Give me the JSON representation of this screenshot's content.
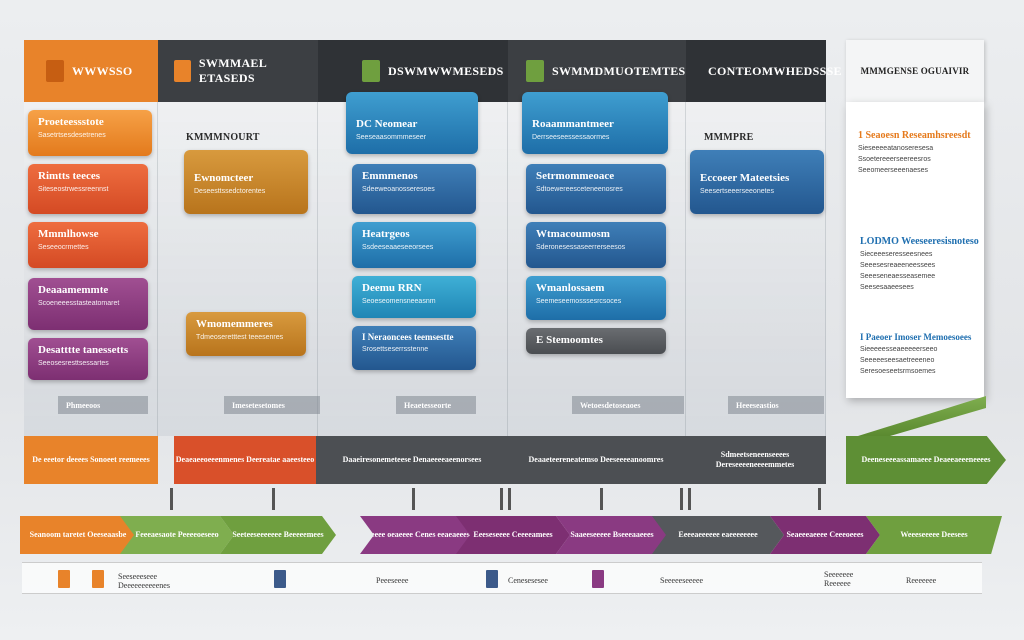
{
  "columns": [
    {
      "title": "WWWSSO",
      "color": "#e8832a"
    },
    {
      "title": "SWMMAEL ETASEDS",
      "color": "#3c3f43"
    },
    {
      "title": "DSWMWWMESEDS",
      "color": "#3c3f43"
    },
    {
      "title": "SWMMDMUOTEMTES",
      "color": "#3c3f43"
    },
    {
      "title": "CONTEOMWHEDSSSE",
      "color": "#3c3f43"
    }
  ],
  "col1_cards": [
    {
      "title": "Proeteessstote",
      "sub": "Sasetrtsesdesetrenes"
    },
    {
      "title": "Rimtts teeces",
      "sub": "Siteseostrwessreennst"
    },
    {
      "title": "Mmmlhowse",
      "sub": "Seseeocrmettes"
    },
    {
      "title": "Deaaamemmte",
      "sub": "Scoeneeesstasteatomaret"
    },
    {
      "title": "Desatttte tanessetts",
      "sub": "Seeosesresttsessartes"
    }
  ],
  "col1_footer": "Phmeeoos",
  "col2_header": "KMMMNOURT",
  "col2_cards": [
    {
      "title": "Ewnomcteer",
      "sub": "Deseesttssedctorentes"
    },
    {
      "title": "Wmomemmeres",
      "sub": "Tdmeoseretttest teeesenres"
    }
  ],
  "col2_footer": "Imesetesetomes",
  "col3_cards": [
    {
      "title": "DC Neomear",
      "sub": "Seeseaasommmeseer"
    },
    {
      "title": "Emmmenos",
      "sub": "Sdeeweoanosseresoes"
    },
    {
      "title": "Heatrgeos",
      "sub": "Ssdeeseaaeseeorsees"
    },
    {
      "title": "Deemu RRN",
      "sub": "Seoeseomensneeasnm"
    },
    {
      "title": "I Neraoncees teemsestte",
      "sub": "Srosettseserrsstenne"
    }
  ],
  "col3_footer": "Heaetesseorte",
  "col4_cards": [
    {
      "title": "Roaammantmeer",
      "sub": "Derrseeseessessaormes"
    },
    {
      "title": "Setrmommeoace",
      "sub": "Sdtoewereesceteneenosres"
    },
    {
      "title": "Wtmacoumosm",
      "sub": "Sderonesessaseerrerseesos"
    },
    {
      "title": "Wmanlossaem",
      "sub": "Seemeseemosssesrcsoces"
    },
    {
      "title": "E Stemoomtes",
      "sub": ""
    }
  ],
  "col4_footer": "Wetoesdetoseaoes",
  "col5_header": "MMMPRE",
  "col5_cards": [
    {
      "title": "Eccoeer Mateetsies",
      "sub": "Seesertseeerseeonetes"
    }
  ],
  "col5_footer": "Heeeseastios",
  "sidebar": {
    "title": "MMMGENSE OGUAIVIR",
    "sections": [
      {
        "heading": "1 Seaoesn Reseamhsreesdt",
        "lines": [
          "Sieseeeeatanoseresesa",
          "Ssoetereeerseereesros",
          "Seeomeerseeenaeses"
        ]
      },
      {
        "heading": "LODMO Weeseeresisnoteso",
        "lines": [
          "Sieceeeseresseesnees",
          "Seeesesreaeeneessees",
          "Seeeseneaesseasemee",
          "Seesesaaeesees"
        ]
      },
      {
        "heading": "I Paeoer Imoser Memoesoees",
        "lines": [
          "Sieeeeesseaeeeeerseeo",
          "Seeeeeseesaetreeeneo",
          "Seresoeseetsrmsoemes"
        ]
      }
    ]
  },
  "band": [
    {
      "text": "De eeetor deeees Sonoeet reemeees",
      "color": "#e8832a"
    },
    {
      "text": "Deaeaeeoeeenmenes Deereatae aaeesteeo",
      "color": "#d9502a"
    },
    {
      "text": "Daaeiresonemeteese Denaeeeeaeenorsees",
      "color": "#4c4f53"
    },
    {
      "text": "Deaaeteereneatemso Deeseeeeanoomres",
      "color": "#4c4f53"
    },
    {
      "text": "Sdmeetseneenseeees Dereseeeeneeeemmetes",
      "color": "#4c4f53"
    },
    {
      "text": "Deeneseeeassamaeee Deaeeaeeeneeees",
      "color": "#5e8f35"
    }
  ],
  "steps": [
    {
      "text": "Seanoom taretet Oeeseaasbe",
      "color": "#e8832a"
    },
    {
      "text": "Feeeaesaote Peeeeoeseeo",
      "color": "#7fae4f"
    },
    {
      "text": "Seeteeseeeeeee Beeeeemees",
      "color": "#6f9f3f"
    },
    {
      "text": "Beeeee oeaeeee Cenes eeaeaeees",
      "color": "#8a3a82"
    },
    {
      "text": "Eeeseseeee Ceeeeamees",
      "color": "#7d2f72"
    },
    {
      "text": "Saaeeseeeee Bseeeaaeees",
      "color": "#8a3a82"
    },
    {
      "text": "Eeeeaeeeeee eaeeeeeeee",
      "color": "#55585c"
    },
    {
      "text": "Seaeeeaeeee Ceeeoeees",
      "color": "#7d2f72"
    },
    {
      "text": "Weeeseeeee Deesees",
      "color": "#6f9f3f"
    }
  ],
  "foot_labels": [
    "Seeseeeseee Deeeeeeeeeenes",
    "Peeeseeee",
    "Cenesesesee",
    "Seeeeeseeeee",
    "Seeeeeee Reeeeee",
    "Reeeeeee"
  ]
}
